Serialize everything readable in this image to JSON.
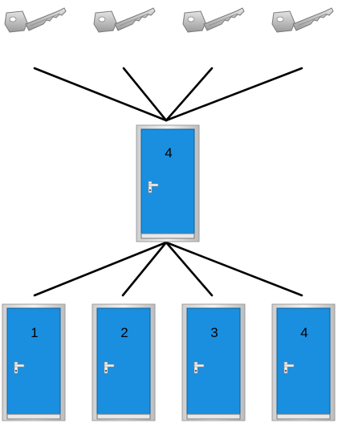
{
  "colors": {
    "door_fill": "#1a8fe0",
    "door_frame": "#dcdcdc",
    "door_edge": "#555555",
    "key_metal": "#b8b8b8",
    "line": "#000000"
  },
  "keys": [
    {
      "icon": "key-icon"
    },
    {
      "icon": "key-icon"
    },
    {
      "icon": "key-icon"
    },
    {
      "icon": "key-icon"
    }
  ],
  "master_door": {
    "label": "4",
    "icon": "door-icon"
  },
  "doors": [
    {
      "label": "1",
      "icon": "door-icon"
    },
    {
      "label": "2",
      "icon": "door-icon"
    },
    {
      "label": "3",
      "icon": "door-icon"
    },
    {
      "label": "4",
      "icon": "door-icon"
    }
  ]
}
